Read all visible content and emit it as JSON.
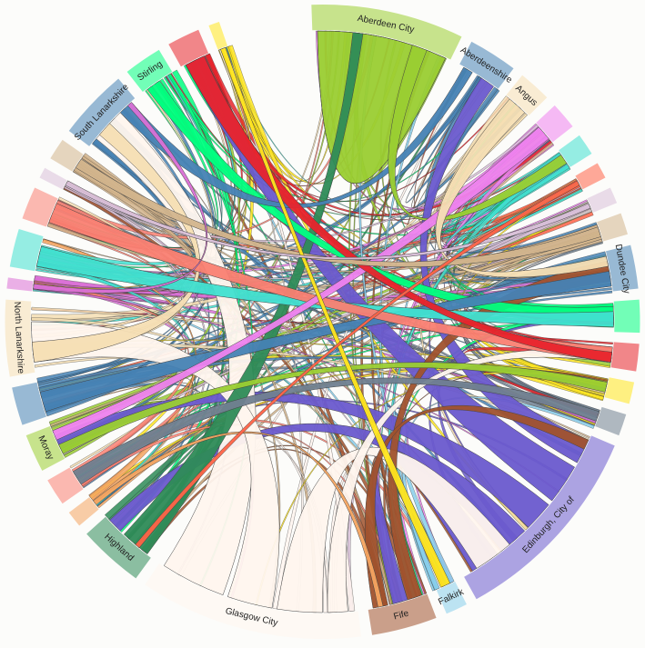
{
  "diagram": {
    "type": "chord",
    "groups": [
      {
        "id": "aberdeen-city",
        "label": "Aberdeen City",
        "color": "#9acd32",
        "start": -2,
        "end": 26
      },
      {
        "id": "aberdeenshire",
        "label": "Aberdeenshire",
        "color": "#4682b4",
        "start": 28,
        "end": 37
      },
      {
        "id": "angus",
        "label": "Angus",
        "color": "#f5deb3",
        "start": 39,
        "end": 45
      },
      {
        "id": "g-violet",
        "label": "",
        "color": "#ee82ee",
        "start": 47,
        "end": 52
      },
      {
        "id": "g-turquoise",
        "label": "",
        "color": "#40e0d0",
        "start": 54,
        "end": 58
      },
      {
        "id": "g-tomato",
        "label": "",
        "color": "#ff6347",
        "start": 60,
        "end": 63
      },
      {
        "id": "g-thistle",
        "label": "",
        "color": "#d8bfd8",
        "start": 65,
        "end": 68
      },
      {
        "id": "g-tan",
        "label": "",
        "color": "#d2b48c",
        "start": 70,
        "end": 74
      },
      {
        "id": "dundee-city",
        "label": "Dundee City",
        "color": "#4682b4",
        "start": 76,
        "end": 84
      },
      {
        "id": "g-springgreen",
        "label": "",
        "color": "#00ff7f",
        "start": 86,
        "end": 92
      },
      {
        "id": "g-red",
        "label": "",
        "color": "#e8242c",
        "start": 94,
        "end": 99
      },
      {
        "id": "g-yellow",
        "label": "",
        "color": "#ffe51e",
        "start": 101,
        "end": 105
      },
      {
        "id": "g-slategray",
        "label": "",
        "color": "#708090",
        "start": 107,
        "end": 111
      },
      {
        "id": "edinburgh-city-of",
        "label": "Edinburgh, City of",
        "color": "#6a5acd",
        "start": 113,
        "end": 151
      },
      {
        "id": "falkirk",
        "label": "Falkirk",
        "color": "#87ceeb",
        "start": 153,
        "end": 157
      },
      {
        "id": "fife",
        "label": "Fife",
        "color": "#a0522d",
        "start": 159,
        "end": 171
      },
      {
        "id": "glasgow-city",
        "label": "Glasgow City",
        "color": "#fff5ee",
        "start": 173,
        "end": 214
      },
      {
        "id": "highland",
        "label": "Highland",
        "color": "#2e8b57",
        "start": 216,
        "end": 228
      },
      {
        "id": "g-sandybrown",
        "label": "",
        "color": "#f4a460",
        "start": 230,
        "end": 233
      },
      {
        "id": "g-salmon",
        "label": "",
        "color": "#fa8072",
        "start": 235,
        "end": 240
      },
      {
        "id": "moray",
        "label": "Moray",
        "color": "#9acd32",
        "start": 242,
        "end": 249
      },
      {
        "id": "g-steelblue2",
        "label": "",
        "color": "#4682b4",
        "start": 251,
        "end": 258
      },
      {
        "id": "north-lanarkshire",
        "label": "North Lanarkshire",
        "color": "#f5deb3",
        "start": 260,
        "end": 274
      },
      {
        "id": "g-orchid",
        "label": "",
        "color": "#da70d6",
        "start": 276,
        "end": 278
      },
      {
        "id": "g-turquoise2",
        "label": "",
        "color": "#40e0d0",
        "start": 280,
        "end": 287
      },
      {
        "id": "g-salmon2",
        "label": "",
        "color": "#fa8072",
        "start": 289,
        "end": 295
      },
      {
        "id": "g-thistle2",
        "label": "",
        "color": "#d8bfd8",
        "start": 297,
        "end": 299
      },
      {
        "id": "g-tan2",
        "label": "",
        "color": "#d2b48c",
        "start": 301,
        "end": 305
      },
      {
        "id": "south-lanarkshire",
        "label": "South Lanarkshire",
        "color": "#4682b4",
        "start": 307,
        "end": 320
      },
      {
        "id": "stirling",
        "label": "Stirling",
        "color": "#00ff7f",
        "start": 322,
        "end": 329
      },
      {
        "id": "g-red2",
        "label": "",
        "color": "#e8242c",
        "start": 331,
        "end": 337
      },
      {
        "id": "g-yellow2",
        "label": "",
        "color": "#ffe51e",
        "start": 339,
        "end": 341
      }
    ],
    "chords": [
      {
        "source": "aberdeen-city",
        "target": "aberdeen-city",
        "s": [
          -1,
          25
        ],
        "t": [
          -1,
          25
        ],
        "color": "#9acd32"
      },
      {
        "source": "edinburgh-city-of",
        "target": "north-lanarkshire",
        "s": [
          120,
          128
        ],
        "t": [
          332,
          336
        ],
        "color": "#6a5acd"
      },
      {
        "source": "edinburgh-city-of",
        "target": "moray",
        "s": [
          129,
          135
        ],
        "t": [
          244,
          247
        ],
        "color": "#6a5acd"
      },
      {
        "source": "edinburgh-city-of",
        "target": "highland",
        "s": [
          136,
          142
        ],
        "t": [
          224,
          227
        ],
        "color": "#6a5acd"
      },
      {
        "source": "edinburgh-city-of",
        "target": "fife",
        "s": [
          143,
          149
        ],
        "t": [
          163,
          166
        ],
        "color": "#6a5acd"
      },
      {
        "source": "edinburgh-city-of",
        "target": "aberdeenshire",
        "s": [
          114,
          119
        ],
        "t": [
          33,
          36
        ],
        "color": "#6a5acd"
      },
      {
        "source": "glasgow-city",
        "target": "south-lanarkshire",
        "s": [
          200,
          213
        ],
        "t": [
          309,
          316
        ],
        "color": "#fff5ee"
      },
      {
        "source": "glasgow-city",
        "target": "north-lanarkshire",
        "s": [
          190,
          199
        ],
        "t": [
          262,
          270
        ],
        "color": "#fff5ee"
      },
      {
        "source": "glasgow-city",
        "target": "edinburgh-city-of",
        "s": [
          180,
          189
        ],
        "t": [
          140,
          148
        ],
        "color": "#fff5ee"
      },
      {
        "source": "glasgow-city",
        "target": "dundee-city",
        "s": [
          175,
          179
        ],
        "t": [
          96,
          98
        ],
        "color": "#fff5ee"
      },
      {
        "source": "highland",
        "target": "aberdeen-city",
        "s": [
          217,
          223
        ],
        "t": [
          6,
          8
        ],
        "color": "#2e8b57"
      },
      {
        "source": "fife",
        "target": "dundee-city",
        "s": [
          160,
          163
        ],
        "t": [
          78,
          82
        ],
        "color": "#a0522d"
      },
      {
        "source": "fife",
        "target": "edinburgh-city-of",
        "s": [
          167,
          170
        ],
        "t": [
          114,
          116
        ],
        "color": "#a0522d"
      },
      {
        "source": "stirling",
        "target": "g-springgreen",
        "s": [
          323,
          326
        ],
        "t": [
          87,
          90
        ],
        "color": "#00ff7f"
      },
      {
        "source": "south-lanarkshire",
        "target": "aberdeenshire",
        "s": [
          316,
          319
        ],
        "t": [
          29,
          31
        ],
        "color": "#4682b4"
      },
      {
        "source": "north-lanarkshire",
        "target": "south-lanarkshire",
        "s": [
          262,
          266
        ],
        "t": [
          310,
          313
        ],
        "color": "#f5deb3"
      },
      {
        "source": "g-steelblue2",
        "target": "dundee-city",
        "s": [
          252,
          256
        ],
        "t": [
          80,
          83
        ],
        "color": "#4682b4"
      },
      {
        "source": "aberdeen-city",
        "target": "g-turquoise",
        "s": [
          18,
          21
        ],
        "t": [
          55,
          57
        ],
        "color": "#9acd32"
      },
      {
        "source": "g-turquoise2",
        "target": "g-springgreen",
        "s": [
          281,
          285
        ],
        "t": [
          88,
          91
        ],
        "color": "#40e0d0"
      },
      {
        "source": "g-salmon2",
        "target": "g-red",
        "s": [
          290,
          294
        ],
        "t": [
          95,
          98
        ],
        "color": "#fa8072"
      },
      {
        "source": "g-violet",
        "target": "moray",
        "s": [
          48,
          51
        ],
        "t": [
          246,
          248
        ],
        "color": "#ee82ee"
      },
      {
        "source": "g-red2",
        "target": "g-red",
        "s": [
          332,
          336
        ],
        "t": [
          96,
          98
        ],
        "color": "#e8242c"
      },
      {
        "source": "angus",
        "target": "dundee-city",
        "s": [
          40,
          44
        ],
        "t": [
          77,
          79
        ],
        "color": "#f5deb3"
      },
      {
        "source": "g-tan2",
        "target": "g-tan",
        "s": [
          302,
          304
        ],
        "t": [
          71,
          73
        ],
        "color": "#d2b48c"
      },
      {
        "source": "moray",
        "target": "g-yellow",
        "s": [
          243,
          245
        ],
        "t": [
          102,
          104
        ],
        "color": "#9acd32"
      },
      {
        "source": "g-slategray",
        "target": "g-salmon",
        "s": [
          108,
          110
        ],
        "t": [
          236,
          239
        ],
        "color": "#708090"
      },
      {
        "source": "g-yellow2",
        "target": "falkirk",
        "s": [
          339.5,
          340.5
        ],
        "t": [
          154,
          156
        ],
        "color": "#ffe51e"
      },
      {
        "source": "g-sandybrown",
        "target": "fife",
        "s": [
          231,
          232
        ],
        "t": [
          168,
          169
        ],
        "color": "#f4a460"
      },
      {
        "source": "g-orchid",
        "target": "south-lanarkshire",
        "s": [
          276.5,
          277.5
        ],
        "t": [
          318,
          319
        ],
        "color": "#da70d6"
      },
      {
        "source": "g-thistle",
        "target": "g-thistle2",
        "s": [
          66,
          67
        ],
        "t": [
          298,
          299
        ],
        "color": "#d8bfd8"
      },
      {
        "source": "g-tomato",
        "target": "highland",
        "s": [
          61,
          62
        ],
        "t": [
          219,
          220
        ],
        "color": "#ff6347"
      }
    ]
  }
}
